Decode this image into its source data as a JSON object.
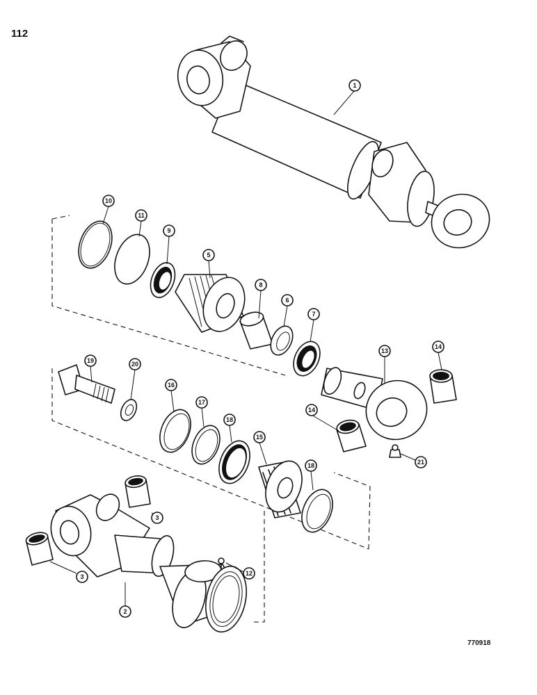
{
  "page_number": "112",
  "figure_code": "770918",
  "callouts": {
    "c1": "1",
    "c2": "2",
    "c3a": "3",
    "c3b": "3",
    "c5": "5",
    "c6": "6",
    "c7": "7",
    "c8": "8",
    "c9": "9",
    "c10": "10",
    "c11": "11",
    "c12": "12",
    "c13": "13",
    "c14a": "14",
    "c14b": "14",
    "c15": "15",
    "c16": "16",
    "c17": "17",
    "c18a": "18",
    "c18b": "18",
    "c19": "19",
    "c20": "20",
    "c21": "21"
  }
}
